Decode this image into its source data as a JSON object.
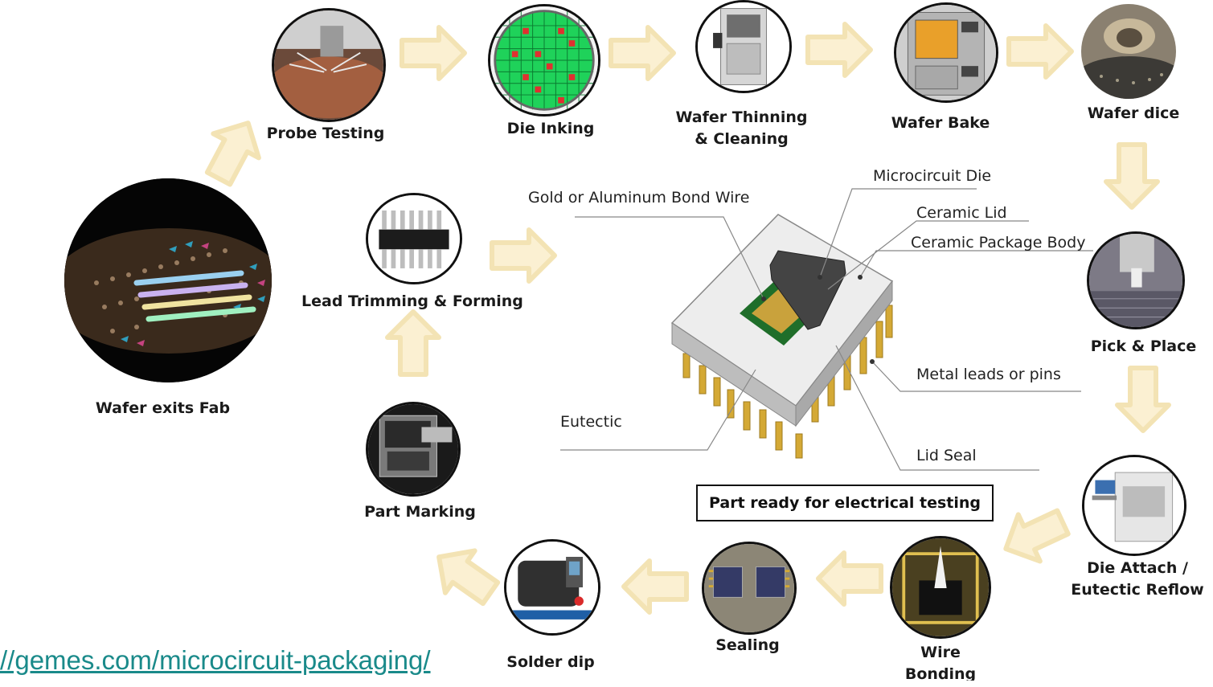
{
  "steps": [
    {
      "id": "wafer-exits-fab",
      "label": "Wafer exits Fab",
      "image": "wafer-photo"
    },
    {
      "id": "probe-testing",
      "label": "Probe Testing",
      "image": "probe-station-photo"
    },
    {
      "id": "die-inking",
      "label": "Die Inking",
      "image": "inked-wafer-map"
    },
    {
      "id": "wafer-thinning",
      "label_line1": "Wafer Thinning",
      "label_line2": "& Cleaning",
      "image": "grinder-machine-photo"
    },
    {
      "id": "wafer-bake",
      "label": "Wafer Bake",
      "image": "oven-photo"
    },
    {
      "id": "wafer-dice",
      "label": "Wafer dice",
      "image": "dicing-saw-photo"
    },
    {
      "id": "pick-place",
      "label": "Pick & Place",
      "image": "pick-place-photo"
    },
    {
      "id": "die-attach",
      "label_line1": "Die Attach /",
      "label_line2": "Eutectic Reflow",
      "image": "reflow-machine-photo"
    },
    {
      "id": "wire-bonding",
      "label_line1": "Wire",
      "label_line2": "Bonding",
      "image": "wire-bonder-photo"
    },
    {
      "id": "sealing",
      "label": "Sealing",
      "image": "sealed-packages-photo"
    },
    {
      "id": "solder-dip",
      "label": "Solder dip",
      "image": "solder-machine-photo"
    },
    {
      "id": "part-marking",
      "label": "Part Marking",
      "image": "laser-marker-photo"
    },
    {
      "id": "lead-trimming",
      "label": "Lead Trimming & Forming",
      "image": "dip-chip-photo"
    }
  ],
  "package_callouts": {
    "bond_wire": "Gold or Aluminum Bond Wire",
    "die": "Microcircuit Die",
    "lid": "Ceramic Lid",
    "body": "Ceramic Package Body",
    "leads": "Metal leads or pins",
    "eutectic": "Eutectic",
    "lid_seal": "Lid Seal"
  },
  "ready_box": "Part ready for electrical testing",
  "source_link": "//gemes.com/microcircuit-packaging/",
  "colors": {
    "arrow_fill": "#fbf0d2",
    "arrow_glow": "#f3e3b4",
    "link": "#1a8a8a",
    "package_body": "#d9d9d9",
    "pin_gold": "#d4a935"
  }
}
